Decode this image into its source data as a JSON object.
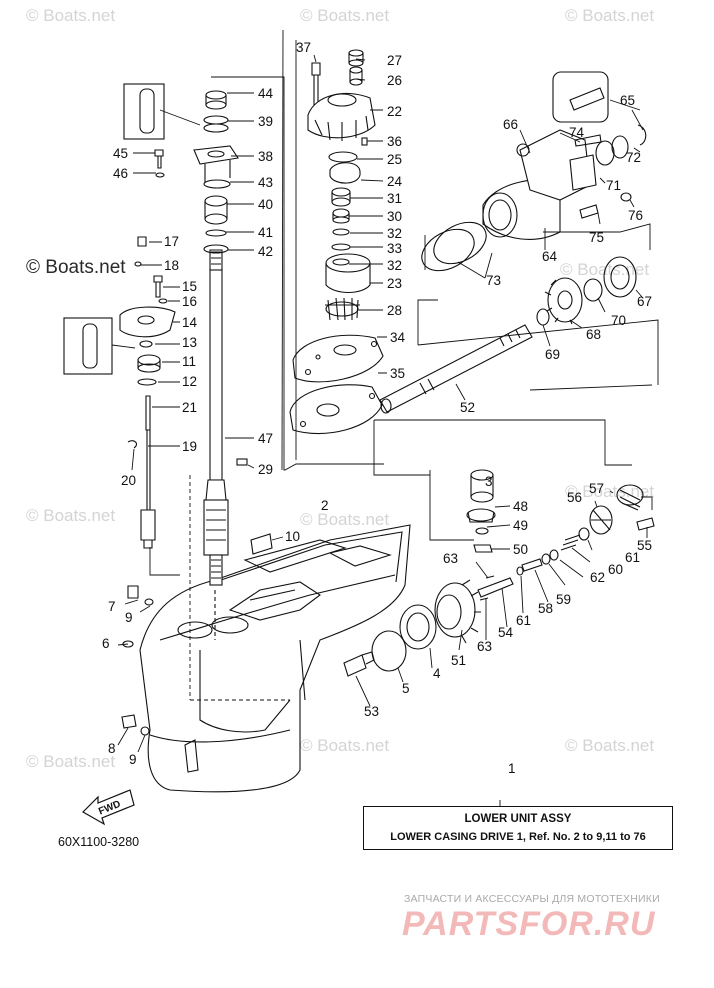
{
  "watermark": {
    "text": "© Boats.net",
    "highlight_text": "© Boats.net"
  },
  "parts": [
    {
      "id": "p1",
      "label": "1"
    },
    {
      "id": "p2",
      "label": "2"
    },
    {
      "id": "p3",
      "label": "3"
    },
    {
      "id": "p4",
      "label": "4"
    },
    {
      "id": "p5",
      "label": "5"
    },
    {
      "id": "p6",
      "label": "6"
    },
    {
      "id": "p7",
      "label": "7"
    },
    {
      "id": "p8",
      "label": "8"
    },
    {
      "id": "p9a",
      "label": "9"
    },
    {
      "id": "p9b",
      "label": "9"
    },
    {
      "id": "p10",
      "label": "10"
    },
    {
      "id": "p11",
      "label": "11"
    },
    {
      "id": "p12",
      "label": "12"
    },
    {
      "id": "p13",
      "label": "13"
    },
    {
      "id": "p14",
      "label": "14"
    },
    {
      "id": "p15",
      "label": "15"
    },
    {
      "id": "p16",
      "label": "16"
    },
    {
      "id": "p17",
      "label": "17"
    },
    {
      "id": "p18",
      "label": "18"
    },
    {
      "id": "p19",
      "label": "19"
    },
    {
      "id": "p20",
      "label": "20"
    },
    {
      "id": "p21",
      "label": "21"
    },
    {
      "id": "p22",
      "label": "22"
    },
    {
      "id": "p23",
      "label": "23"
    },
    {
      "id": "p24",
      "label": "24"
    },
    {
      "id": "p25",
      "label": "25"
    },
    {
      "id": "p26",
      "label": "26"
    },
    {
      "id": "p27",
      "label": "27"
    },
    {
      "id": "p28",
      "label": "28"
    },
    {
      "id": "p29",
      "label": "29"
    },
    {
      "id": "p30",
      "label": "30"
    },
    {
      "id": "p31",
      "label": "31"
    },
    {
      "id": "p32a",
      "label": "32"
    },
    {
      "id": "p32b",
      "label": "32"
    },
    {
      "id": "p33",
      "label": "33"
    },
    {
      "id": "p34",
      "label": "34"
    },
    {
      "id": "p35",
      "label": "35"
    },
    {
      "id": "p36",
      "label": "36"
    },
    {
      "id": "p37",
      "label": "37"
    },
    {
      "id": "p38",
      "label": "38"
    },
    {
      "id": "p39",
      "label": "39"
    },
    {
      "id": "p40",
      "label": "40"
    },
    {
      "id": "p41",
      "label": "41"
    },
    {
      "id": "p42",
      "label": "42"
    },
    {
      "id": "p43",
      "label": "43"
    },
    {
      "id": "p44",
      "label": "44"
    },
    {
      "id": "p45",
      "label": "45"
    },
    {
      "id": "p46",
      "label": "46"
    },
    {
      "id": "p47",
      "label": "47"
    },
    {
      "id": "p48",
      "label": "48"
    },
    {
      "id": "p49",
      "label": "49"
    },
    {
      "id": "p50",
      "label": "50"
    },
    {
      "id": "p51",
      "label": "51"
    },
    {
      "id": "p52",
      "label": "52"
    },
    {
      "id": "p53",
      "label": "53"
    },
    {
      "id": "p54",
      "label": "54"
    },
    {
      "id": "p55",
      "label": "55"
    },
    {
      "id": "p56",
      "label": "56"
    },
    {
      "id": "p57",
      "label": "57"
    },
    {
      "id": "p58",
      "label": "58"
    },
    {
      "id": "p59",
      "label": "59"
    },
    {
      "id": "p60",
      "label": "60"
    },
    {
      "id": "p61a",
      "label": "61"
    },
    {
      "id": "p61b",
      "label": "61"
    },
    {
      "id": "p62",
      "label": "62"
    },
    {
      "id": "p63a",
      "label": "63"
    },
    {
      "id": "p63b",
      "label": "63"
    },
    {
      "id": "p64",
      "label": "64"
    },
    {
      "id": "p65",
      "label": "65"
    },
    {
      "id": "p66",
      "label": "66"
    },
    {
      "id": "p67",
      "label": "67"
    },
    {
      "id": "p68",
      "label": "68"
    },
    {
      "id": "p69",
      "label": "69"
    },
    {
      "id": "p70",
      "label": "70"
    },
    {
      "id": "p71",
      "label": "71"
    },
    {
      "id": "p72",
      "label": "72"
    },
    {
      "id": "p73",
      "label": "73"
    },
    {
      "id": "p74",
      "label": "74"
    },
    {
      "id": "p75",
      "label": "75"
    },
    {
      "id": "p76",
      "label": "76"
    }
  ],
  "caption": {
    "title": "LOWER UNIT ASSY",
    "subtitle": "LOWER CASING DRIVE 1, Ref. No. 2 to 9,11 to 76"
  },
  "diagram_code": "60X1100-3280",
  "fwd_label": "FWD",
  "shop": {
    "tagline": "ЗАПЧАСТИ И АКСЕССУАРЫ ДЛЯ МОТОТЕХНИКИ",
    "logo": "PARTSFOR.RU"
  },
  "colors": {
    "line": "#111111",
    "watermark": "#d4d4d4",
    "shop_logo": "#f3b8b8"
  }
}
